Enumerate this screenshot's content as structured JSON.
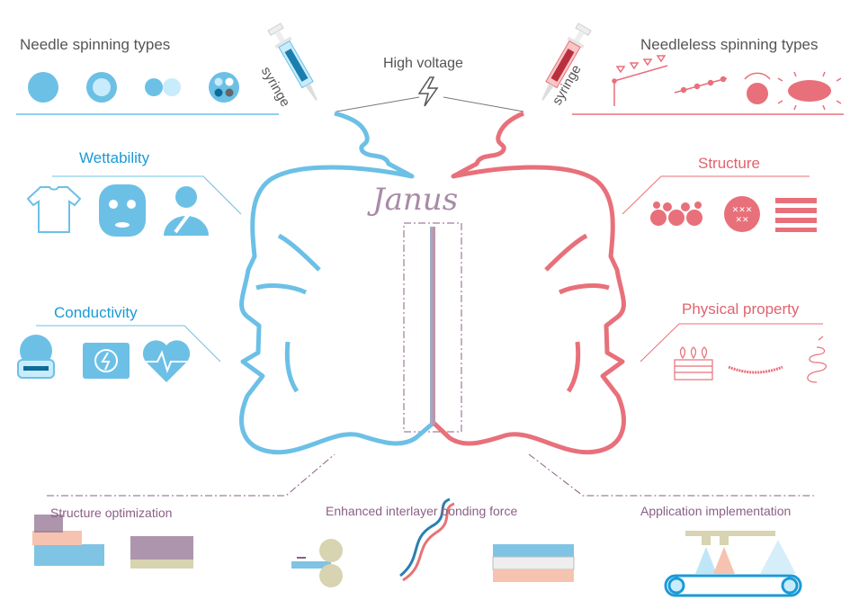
{
  "title": "Janus",
  "top": {
    "needle_title": "Needle spinning types",
    "needleless_title": "Needleless spinning types",
    "high_voltage": "High voltage",
    "syringe_left": "syringe",
    "syringe_right": "syringe"
  },
  "left": {
    "wettability": "Wettability",
    "conductivity": "Conductivity"
  },
  "right": {
    "structure": "Structure",
    "physical_property": "Physical property"
  },
  "bottom": {
    "structure_optimization": "Structure optimization",
    "bonding_force": "Enhanced interlayer bonding force",
    "application": "Application implementation"
  },
  "colors": {
    "blue": "#6cc0e6",
    "red": "#e8707a",
    "purple": "#8a5f85"
  }
}
